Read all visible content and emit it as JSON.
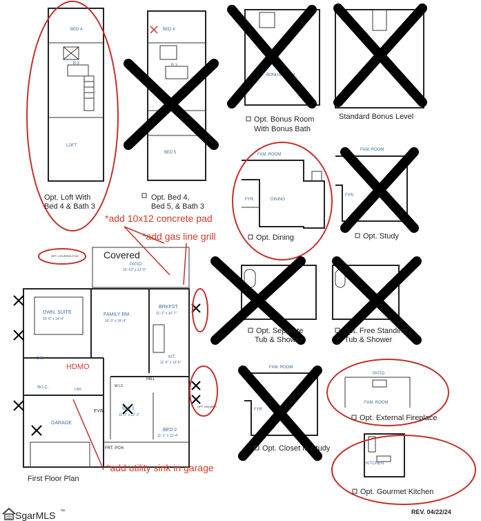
{
  "options": {
    "loft": "Opt. Loft With",
    "loft2": "Bed 4 & Bath 3",
    "bed45": "Opt. Bed 4,",
    "bed45b": "Bed 5, & Bath 3",
    "bonus": "Opt. Bonus Room",
    "bonus2": "With Bonus Bath",
    "std_bonus": "Standard Bonus Level",
    "dining": "Opt. Dining",
    "study": "Opt. Study",
    "sep_tub": "Opt. Separate",
    "sep_tub2": "Tub & Shower",
    "free_tub": "Opt. Free Standing",
    "free_tub2": "Tub & Shower",
    "closet": "Opt. Closet In Study",
    "ext_fire": "Opt. External Fireplace",
    "gourmet": "Opt. Gourmet Kitchen"
  },
  "notes": {
    "concrete": "*add 10x12 concrete pad",
    "gas": "*add gas line grill",
    "sink": "*add utility sink in garage"
  },
  "first_floor": {
    "title": "First Floor Plan",
    "covered": "Covered",
    "patio": "PATIO",
    "patio_dim": "16'-10\" x 12'-0\"",
    "own_suite": "OWN. SUITE",
    "own_dim": "15'-5\" x 14'-0\"",
    "family": "FAMILY RM.",
    "family_dim": "16'-3\" x 24'-4\"",
    "brkfst": "BRKFST.",
    "brkfst_dim": "11'-1\" x 10'-7\"",
    "kit": "KIT.",
    "kit_dim": "11'-6\" x 13'-6\"",
    "ob": "O.B.",
    "wic": "W.I.C.",
    "lnd": "LND.",
    "hdmo": "HDMO",
    "fyr": "FYR.",
    "bed3": "BED 3",
    "bed3_dim": "11'-1\" x 12'-3\"",
    "bed2": "BED 2",
    "bed2_dim": "11'-1\" x 13'-4\"",
    "garage": "GARAGE",
    "frt_pch": "FRT. PCH.",
    "wic2": "W.I.C.",
    "hall": "HALL",
    "opt_cov": "OPT. COVERED PCH.",
    "opt_shower": "OPT. SHOWER"
  },
  "upper": {
    "bed4": "BED 4",
    "b3": "B.3",
    "loft": "LOFT",
    "bed5": "BED 5",
    "bonus_room": "BONUS ROOM",
    "fam_room": "FAM. ROOM",
    "dining": "DINING",
    "fam_room2": "FAM. ROOM",
    "fyr": "FYR.",
    "patio": "PATIO",
    "kitchen": "KITCHEN"
  },
  "footer": {
    "brand": "SgarMLS",
    "tm": "™",
    "rev": "REV. 04/22/24"
  }
}
